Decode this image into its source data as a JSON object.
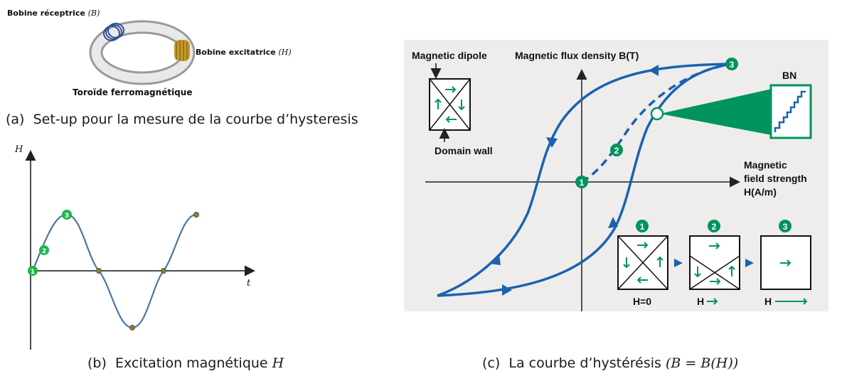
{
  "panel_a": {
    "label_receiver": "Bobine réceptrice",
    "label_receiver_var": "(B)",
    "label_exciter": "Bobine excitatrice",
    "label_exciter_var": "(H)",
    "label_toroid": "Toroïde ferromagnétique",
    "caption_prefix": "(a)",
    "caption": "Set-up pour la mesure de la courbe d’hysteresis"
  },
  "panel_b": {
    "axis_y": "H",
    "axis_x": "t",
    "markers": [
      "1",
      "2",
      "3"
    ],
    "caption_prefix": "(b)",
    "caption": "Excitation magnétique",
    "caption_var": "H"
  },
  "panel_c": {
    "label_dipole": "Magnetic dipole",
    "label_flux": "Magnetic flux density B(T)",
    "label_bn": "BN",
    "label_field_1": "Magnetic",
    "label_field_2": "field strength",
    "label_field_3": "H(A/m)",
    "label_wall": "Domain wall",
    "markers": [
      "1",
      "2",
      "3"
    ],
    "state_labels": [
      "H=0",
      "H",
      "H"
    ],
    "caption_prefix": "(c)",
    "caption": "La courbe d’hystérésis",
    "caption_var": "(B = B(H))"
  },
  "colors": {
    "curve_blue": "#1a62b0",
    "marker_green": "#00935e",
    "plot_bg": "#eeedeb",
    "sine": "#4a77a8",
    "bright_green": "#1fb84a"
  }
}
